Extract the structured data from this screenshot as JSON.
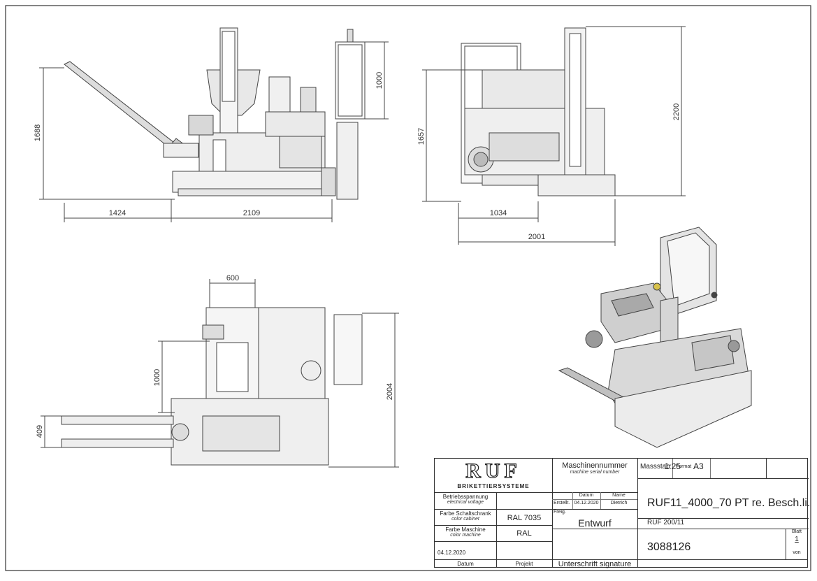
{
  "dimensions": {
    "side_height": "1688",
    "side_chute_length": "1424",
    "side_machine_length": "2109",
    "side_cabinet_height": "1000",
    "front_height": "1657",
    "front_total_height": "2200",
    "front_width_part": "1034",
    "front_width_total": "2001",
    "top_width_600": "600",
    "top_depth_1000": "1000",
    "top_depth_2004": "2004",
    "top_chute_409": "409"
  },
  "title_block": {
    "logo_text": "RUF",
    "logo_subtext": "BRIKETTIERSYSTEME",
    "serial_label": "Maschinennummer",
    "serial_label_en": "machine serial number",
    "scale_label": "Massstab",
    "scale_value": "1:25",
    "format_label": "Format",
    "format_value": "A3",
    "voltage_label": "Betriebsspannung",
    "voltage_label_en": "electrical voltage",
    "cabinet_color_label": "Farbe Schaltschrank",
    "cabinet_color_label_en": "color cabinet",
    "cabinet_color_value": "RAL 7035",
    "machine_color_label": "Farbe Maschine",
    "machine_color_label_en": "color machine",
    "machine_color_value": "RAL",
    "date_header": "Datum",
    "name_header": "Name",
    "created_label": "Erstellt.",
    "created_date": "04.12.2020",
    "created_name": "Dietrich",
    "released_label": "Freig.",
    "status": "Entwurf",
    "drawing_title": "RUF11_4000_70 PT re. Besch.li.",
    "drawing_subtitle": "RUF 200/11",
    "drawing_number": "3088126",
    "sheet_label": "Blatt",
    "sheet_number": "1",
    "of_label": "von",
    "date_value": "04.12.2020",
    "bottom_date_label": "Datum",
    "bottom_project_label": "Projekt",
    "signature_label": "Unterschrift signature"
  }
}
